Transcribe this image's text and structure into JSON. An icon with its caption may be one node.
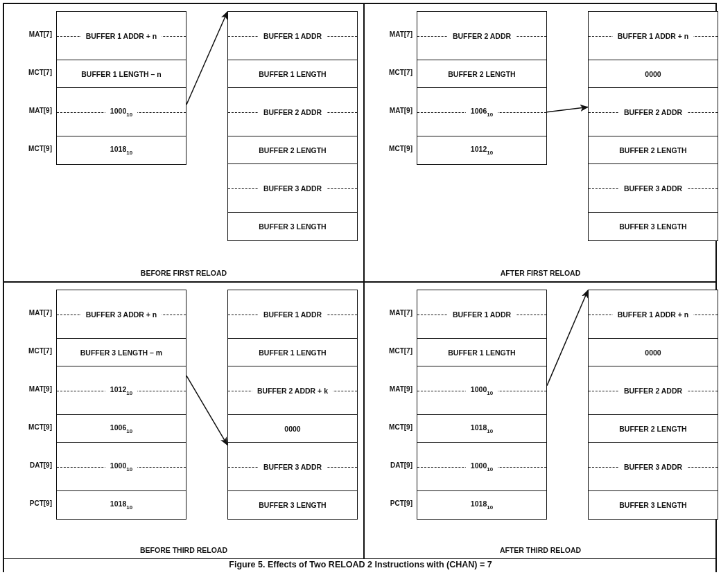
{
  "diagram": {
    "caption": "Figure 5. Effects of Two RELOAD 2 Instructions with (CHAN) = 7",
    "nodes": [
      {
        "text": [
          "BEFORE FIRST RELOAD"
        ]
      },
      {
        "text": [
          "BUFFER 1 ADDR + n"
        ],
        "in": 0,
        "beside": [
          "MAT[7]"
        ]
      },
      {
        "text": [
          "BUFFER 1 LENGTH – n"
        ],
        "in": 0,
        "beside": [
          "MCT[7]"
        ]
      },
      {
        "text": [
          "1000$_{10}$"
        ],
        "in": 0,
        "beside": [
          "MAT[9]"
        ]
      },
      {
        "text": [
          "1018$_{10}$"
        ],
        "in": 0,
        "beside": [
          "MCT[9]"
        ]
      },
      {
        "text": [
          "BUFFER 1 ADDR"
        ],
        "in": 0
      },
      {
        "text": [
          "BUFFER 1 LENGTH"
        ],
        "in": 0
      },
      {
        "text": [
          "BUFFER 2 ADDR"
        ],
        "in": 0
      },
      {
        "text": [
          "BUFFER 2 LENGTH"
        ],
        "in": 0
      },
      {
        "text": [
          "BUFFER 3 ADDR"
        ],
        "in": 0
      },
      {
        "text": [
          "BUFFER 3 LENGTH"
        ],
        "in": 0
      },
      {
        "text": [
          "AFTER FIRST RELOAD"
        ]
      },
      {
        "text": [
          "BUFFER 2 ADDR"
        ],
        "in": 11,
        "beside": [
          "MAT[7]"
        ]
      },
      {
        "text": [
          "BUFFER 2 LENGTH"
        ],
        "in": 11,
        "beside": [
          "MCT[7]"
        ]
      },
      {
        "text": [
          "1006$_{10}$"
        ],
        "in": 11,
        "beside": [
          "MAT[9]"
        ]
      },
      {
        "text": [
          "1012$_{10}$"
        ],
        "in": 11,
        "beside": [
          "MCT[9]"
        ]
      },
      {
        "text": [
          "BUFFER 1 ADDR + n"
        ],
        "in": 11
      },
      {
        "text": [
          "0000"
        ],
        "in": 11
      },
      {
        "text": [
          "BUFFER 2 ADDR"
        ],
        "in": 11
      },
      {
        "text": [
          "BUFFER 2 LENGTH"
        ],
        "in": 11
      },
      {
        "text": [
          "BUFFER 3 ADDR"
        ],
        "in": 11
      },
      {
        "text": [
          "BUFFER 3 LENGTH"
        ],
        "in": 11
      },
      {
        "text": [
          "BEFORE THIRD RELOAD"
        ]
      },
      {
        "text": [
          "BUFFER 3 ADDR + n"
        ],
        "in": 22,
        "beside": [
          "MAT[7]"
        ]
      },
      {
        "text": [
          "BUFFER 3 LENGTH – m"
        ],
        "in": 22,
        "beside": [
          "MCT[7]"
        ]
      },
      {
        "text": [
          "1012$_{10}$"
        ],
        "in": 22,
        "beside": [
          "MAT[9]"
        ]
      },
      {
        "text": [
          "1006$_{10}$"
        ],
        "in": 22,
        "beside": [
          "MCT[9]"
        ]
      },
      {
        "text": [
          "1000$_{10}$"
        ],
        "in": 22,
        "beside": [
          "DAT[9]"
        ]
      },
      {
        "text": [
          "1018$_{10}$"
        ],
        "in": 22,
        "beside": [
          "PCT[9]"
        ]
      },
      {
        "text": [
          "BUFFER 1 ADDR"
        ],
        "in": 22
      },
      {
        "text": [
          "BUFFER 1 LENGTH"
        ],
        "in": 22
      },
      {
        "text": [
          "BUFFER 2 ADDR + k"
        ],
        "in": 22
      },
      {
        "text": [
          "0000"
        ],
        "in": 22
      },
      {
        "text": [
          "BUFFER 3 ADDR"
        ],
        "in": 22
      },
      {
        "text": [
          "BUFFER 3 LENGTH"
        ],
        "in": 22
      },
      {
        "text": [
          "AFTER THIRD RELOAD"
        ]
      },
      {
        "text": [
          "BUFFER 1 ADDR"
        ],
        "in": 35,
        "beside": [
          "MAT[7]"
        ]
      },
      {
        "text": [
          "BUFFER 1 LENGTH"
        ],
        "in": 35,
        "beside": [
          "MCT[7]"
        ]
      },
      {
        "text": [
          "1000$_{10}$"
        ],
        "in": 35,
        "beside": [
          "MAT[9]"
        ]
      },
      {
        "text": [
          "1018$_{10}$"
        ],
        "in": 35,
        "beside": [
          "MCT[9]"
        ]
      },
      {
        "text": [
          "1000$_{10}$"
        ],
        "in": 35,
        "beside": [
          "DAT[9]"
        ]
      },
      {
        "text": [
          "1018$_{10}$"
        ],
        "in": 35,
        "beside": [
          "PCT[9]"
        ]
      },
      {
        "text": [
          "BUFFER 1 ADDR + n"
        ],
        "in": 35
      },
      {
        "text": [
          "0000"
        ],
        "in": 35
      },
      {
        "text": [
          "BUFFER 2 ADDR"
        ],
        "in": 35
      },
      {
        "text": [
          "BUFFER 2 LENGTH"
        ],
        "in": 35
      },
      {
        "text": [
          "BUFFER 3 ADDR"
        ],
        "in": 35
      },
      {
        "text": [
          "BUFFER 3 LENGTH"
        ],
        "in": 35
      }
    ],
    "edges": [
      {
        "from": 3,
        "to": 5,
        "arrow": "to"
      },
      {
        "from": 14,
        "to": 18,
        "arrow": "to"
      },
      {
        "from": 25,
        "to": 33,
        "arrow": "to"
      },
      {
        "from": 38,
        "to": 42,
        "arrow": "to"
      }
    ]
  }
}
